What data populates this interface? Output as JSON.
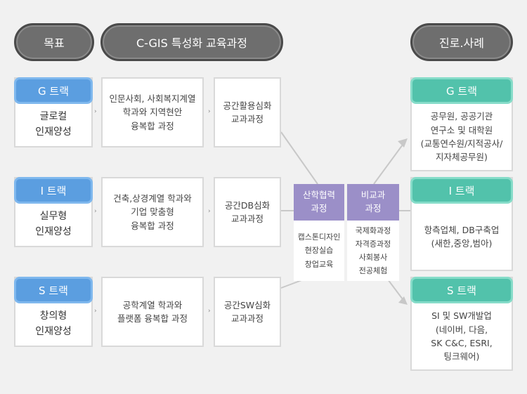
{
  "headers": {
    "goal": "목표",
    "curriculum": "C-GIS 특성화 교육과정",
    "career": "진로.사례"
  },
  "left_tracks": [
    {
      "label": "G 트랙",
      "desc": "글로컬\n인재양성"
    },
    {
      "label": "I 트랙",
      "desc": "실무형\n인재양성"
    },
    {
      "label": "S 트랙",
      "desc": "창의형\n인재양성"
    }
  ],
  "fusion_courses": [
    "인문사회, 사회복지계열\n학과와 지역현안\n융복합 과정",
    "건축,상경계열 학과와\n기업 맞춤형\n융복합 과정",
    "공학계열 학과와\n플랫폼 융복합 과정"
  ],
  "advanced_courses": [
    "공간활용심화\n교과과정",
    "공간DB심화\n교과과정",
    "공간SW심화\n교과과정"
  ],
  "middle": {
    "industry": {
      "title": "산학협력\n과정",
      "items": "캡스톤디자인\n현장실습\n창업교육"
    },
    "extra": {
      "title": "비교과\n과정",
      "items": "국제화과정\n자격증과정\n사회봉사\n전공체험"
    }
  },
  "right_tracks": [
    {
      "label": "G 트랙",
      "desc": "공무원, 공공기관\n연구소 및 대학원\n(교통연수원/지적공사/\n지자체공무원)"
    },
    {
      "label": "I 트랙",
      "desc": "항측업체, DB구축업\n(새한,중앙,범아)"
    },
    {
      "label": "S 트랙",
      "desc": "SI 및 SW개발업\n(네이버, 다음,\nSK C&C, ESRI,\n팅크웨어)"
    }
  ],
  "colors": {
    "header_pill": "#6e6e6e",
    "left_track": "#5b9ee0",
    "right_track": "#52c2ab",
    "middle_head": "#9b8fc8"
  }
}
